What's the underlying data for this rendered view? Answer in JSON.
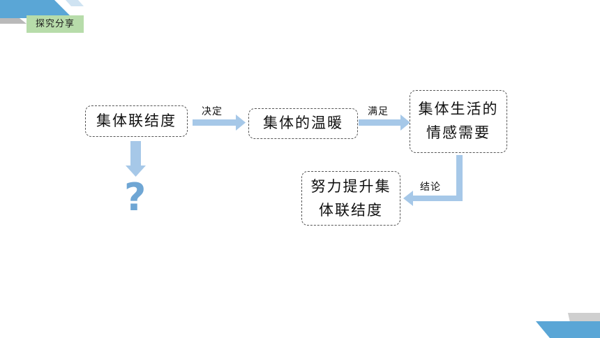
{
  "badge": {
    "label": "探究分享"
  },
  "nodes": {
    "n1": {
      "text": "集体联结度"
    },
    "n2": {
      "text": "集体的温暖"
    },
    "n3": {
      "line1": "集体生活的",
      "line2": "情感需要"
    },
    "n4": {
      "line1": "努力提升集",
      "line2": "体联结度"
    }
  },
  "edges": {
    "e1": {
      "label": "决定"
    },
    "e2": {
      "label": "满足"
    },
    "e3": {
      "label": "结论"
    }
  },
  "question": {
    "text": "?"
  },
  "colors": {
    "arrow": "#a6c8e8",
    "question": "#6fa6d4",
    "badge": "#b7dcaa",
    "accent_blue": "#5aa6d6"
  }
}
